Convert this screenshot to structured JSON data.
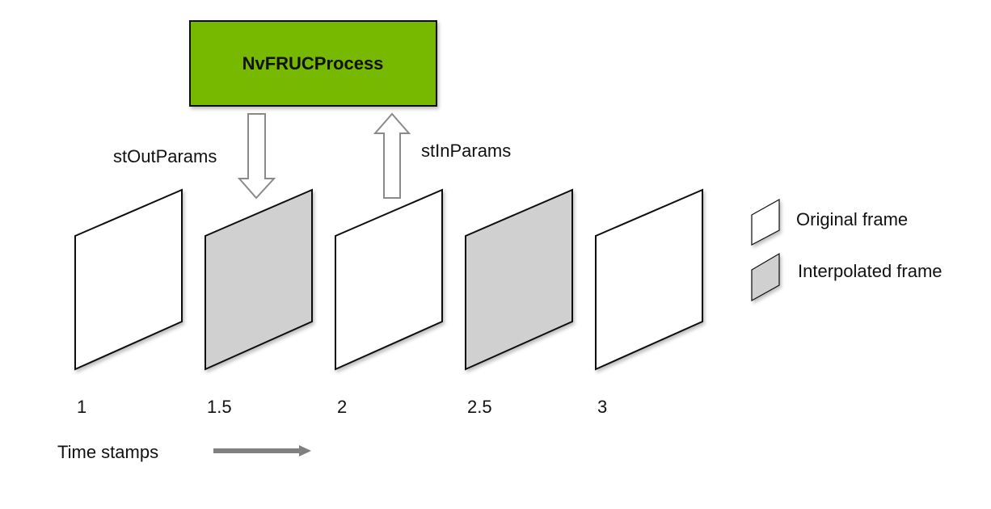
{
  "process_box": {
    "label": "NvFRUCProcess",
    "fill": "#76b900",
    "text_color": "#ffffff"
  },
  "arrows": {
    "out_label": "stOutParams",
    "in_label": "stInParams",
    "color": "#8a8a8a"
  },
  "frames": [
    {
      "timestamp": "1",
      "type": "original"
    },
    {
      "timestamp": "1.5",
      "type": "interpolated"
    },
    {
      "timestamp": "2",
      "type": "original"
    },
    {
      "timestamp": "2.5",
      "type": "interpolated"
    },
    {
      "timestamp": "3",
      "type": "original"
    }
  ],
  "colors": {
    "original": "#ffffff",
    "interpolated": "#d0d0d0",
    "stroke": "#111111"
  },
  "legend": {
    "original_label": "Original frame",
    "interpolated_label": "Interpolated frame"
  },
  "time_axis": {
    "label": "Time stamps",
    "arrow_color": "#808080"
  }
}
